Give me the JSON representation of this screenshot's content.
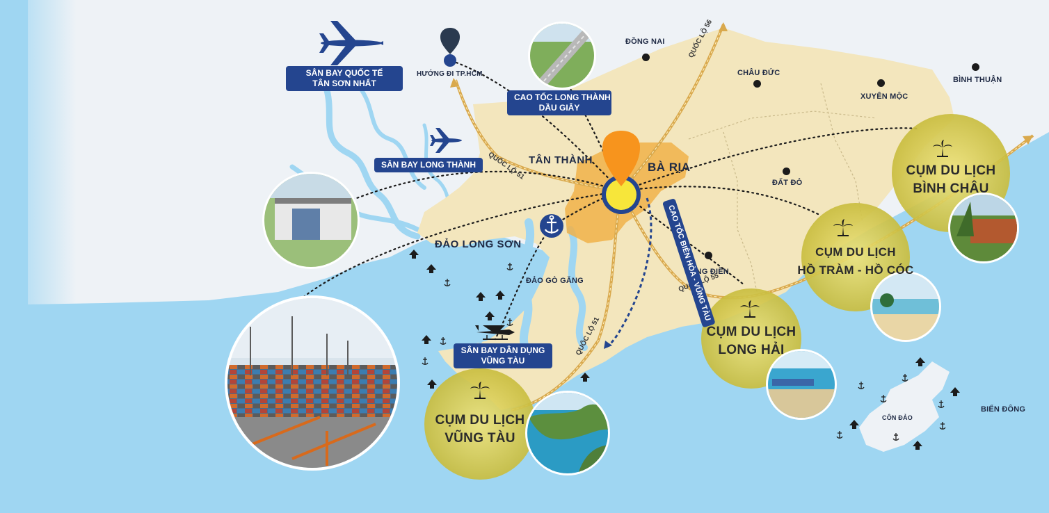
{
  "labels": {
    "dong_nai": "ĐỒNG NAI",
    "chau_duc": "CHÂU ĐỨC",
    "binh_thuan": "BÌNH THUẬN",
    "xuyen_moc": "XUYÊN MỘC",
    "tan_thanh": "TÂN THÀNH",
    "ba_ria": "BÀ RỊA",
    "dat_do": "ĐẤT ĐỎ",
    "long_dien": "LONG ĐIỀN",
    "dao_long_son": "ĐẢO LONG SƠN",
    "dao_go_gang": "ĐẢO GÒ GĂNG",
    "con_dao": "CÔN ĐẢO",
    "bien_dong": "BIỂN ĐÔNG",
    "huong_di_hcm": "HƯỚNG ĐI TP.HCM"
  },
  "roads": {
    "ql56": "QUỐC LỘ 56",
    "ql51_top": "QUỐC LỘ 51",
    "ql55": "QUỐC LỘ 55",
    "ql51_bottom": "QUỐC LỘ 51",
    "cao_toc_bh_vt": "CAO TỐC BIÊN HÒA - VŨNG TÀU"
  },
  "tags": {
    "tan_son_nhat": [
      "SÂN BAY QUỐC TẾ",
      "TÂN SƠN NHẤT"
    ],
    "cao_toc_lt_dg": [
      "CAO TỐC LONG THÀNH",
      "DẦU GIÂY"
    ],
    "long_thanh": "SÂN BAY LONG THÀNH",
    "vung_tau_airport": [
      "SÂN BAY DÂN DỤNG",
      "VŨNG TÀU"
    ]
  },
  "clusters": {
    "binh_chau": [
      "CỤM DU LỊCH",
      "BÌNH CHÂU"
    ],
    "ho_tram": [
      "CỤM DU LỊCH",
      "HỒ TRÀM - HỒ CÓC"
    ],
    "long_hai": [
      "CỤM DU LỊCH",
      "LONG HẢI"
    ],
    "vung_tau": [
      "CỤM DU LỊCH",
      "VŨNG TÀU"
    ]
  },
  "colors": {
    "sea": "#9fd6f2",
    "land": "#f3e6bd",
    "outer_land": "#eef2f6",
    "ba_ria_zone": "#f0b14a",
    "cluster_fill": "#d6cc55",
    "tag_blue": "#24458f",
    "pin_orange": "#f7941d"
  },
  "icons": [
    "airplane-icon",
    "location-pin-icon",
    "anchor-icon",
    "palm-tree-icon",
    "boat-icon",
    "seaplane-icon"
  ]
}
